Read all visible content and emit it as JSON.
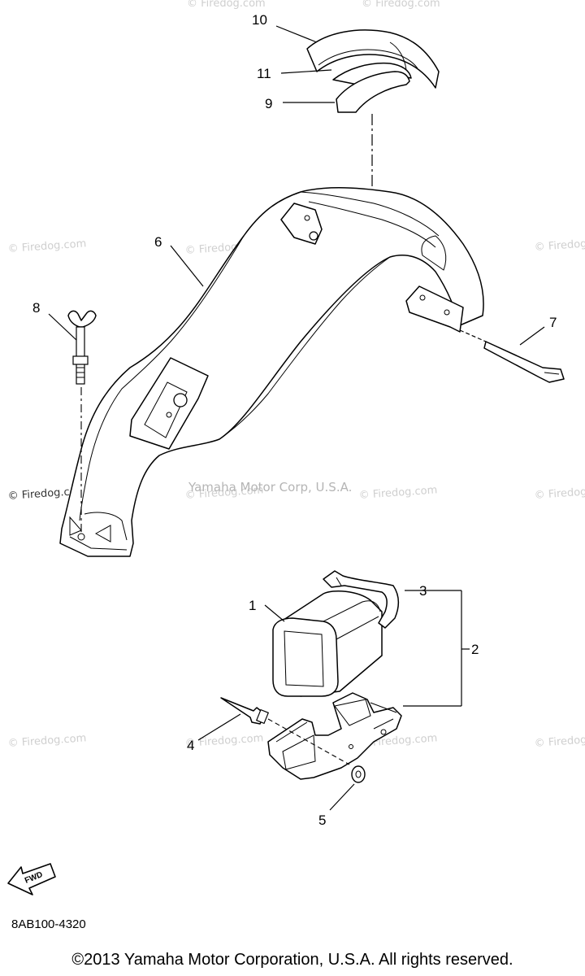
{
  "diagram": {
    "callouts": {
      "c1": "1",
      "c2": "2",
      "c3": "3",
      "c4": "4",
      "c5": "5",
      "c6": "6",
      "c7": "7",
      "c8": "8",
      "c9": "9",
      "c10": "10",
      "c11": "11"
    },
    "watermark_main": "Yamaha Motor Corp, U.S.A.",
    "watermark_tile": "© Firedog.com",
    "diagram_code": "8AB100-4320",
    "fwd_label": "FWD",
    "copyright": "©2013 Yamaha Motor Corporation, U.S.A. All rights reserved."
  },
  "colors": {
    "ink": "#000000",
    "watermark": "#cfcfcf",
    "background": "#ffffff"
  }
}
